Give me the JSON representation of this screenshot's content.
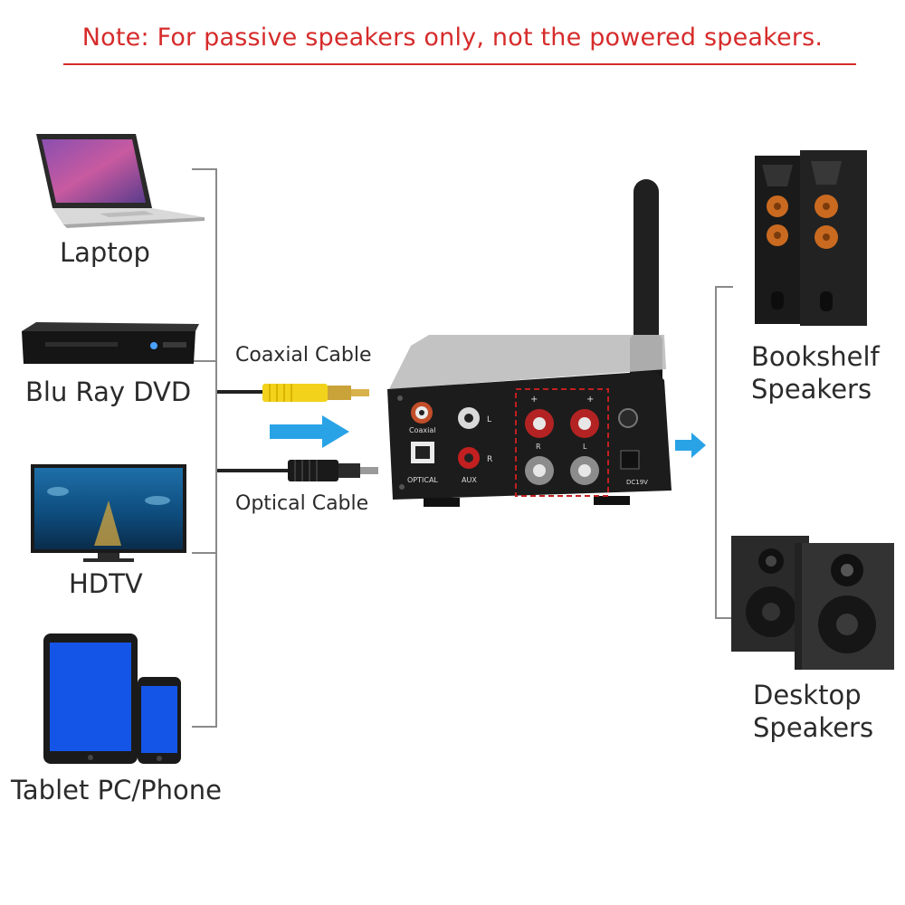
{
  "note": "Note: For passive speakers only, not the powered speakers.",
  "sources": {
    "laptop": "Laptop",
    "bluray": "Blu Ray DVD",
    "hdtv": "HDTV",
    "tablet": "Tablet PC/Phone"
  },
  "cables": {
    "coaxial": "Coaxial Cable",
    "optical": "Optical Cable"
  },
  "amp": {
    "coaxial": "Coaxial",
    "optical": "OPTICAL",
    "aux": "AUX",
    "l": "L",
    "r": "R",
    "plus1": "+",
    "plus2": "+",
    "spk_r": "R",
    "spk_l": "L",
    "dc": "DC19V"
  },
  "outputs": {
    "bookshelf_line1": "Bookshelf",
    "bookshelf_line2": "Speakers",
    "desktop_line1": "Desktop",
    "desktop_line2": "Speakers"
  },
  "colors": {
    "note_red": "#d62b2b",
    "arrow_blue": "#29a3e6",
    "coax_yellow": "#f2d21a",
    "bracket_gray": "#8a8a8a"
  }
}
